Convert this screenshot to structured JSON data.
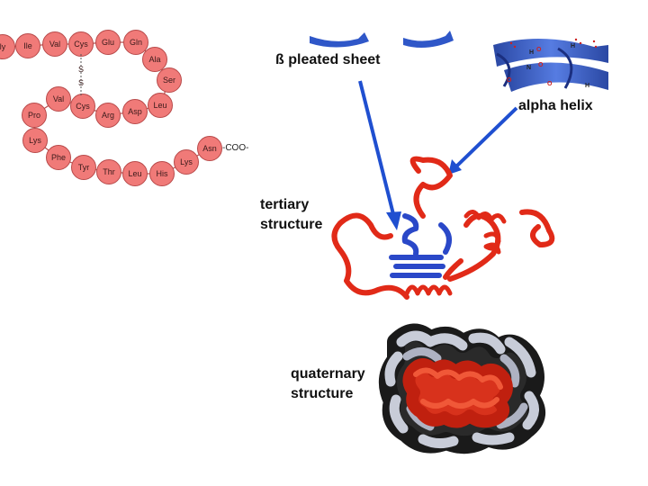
{
  "peptide": {
    "residues": [
      "ly",
      "Ile",
      "Val",
      "Cys",
      "Glu",
      "Gln",
      "Ala",
      "Ser",
      "Leu",
      "Asp",
      "Arg",
      "Cys",
      "Val",
      "Pro",
      "Lys",
      "Phe",
      "Tyr",
      "Thr",
      "Leu",
      "His",
      "Lys",
      "Asn"
    ],
    "disulfide": [
      "S",
      "S"
    ],
    "terminus": "-COO-"
  },
  "labels": {
    "beta_sheet": "ß pleated sheet",
    "alpha_helix": "alpha helix",
    "tertiary_line1": "tertiary",
    "tertiary_line2": "structure",
    "quaternary_line1": "quaternary",
    "quaternary_line2": "structure"
  },
  "helix_atoms": [
    "H",
    "O",
    "N",
    "O",
    "H",
    "O",
    "H",
    "O"
  ],
  "colors": {
    "residue_fill": "#f07a78",
    "residue_stroke": "#b84a4a",
    "arrow": "#1f4fd0",
    "helix_ribbon": "#2f57c8",
    "tertiary_red": "#e12a18",
    "tertiary_blue": "#2a48c8",
    "quaternary_gray": "#c8ccd8",
    "quaternary_red": "#e33a20"
  }
}
